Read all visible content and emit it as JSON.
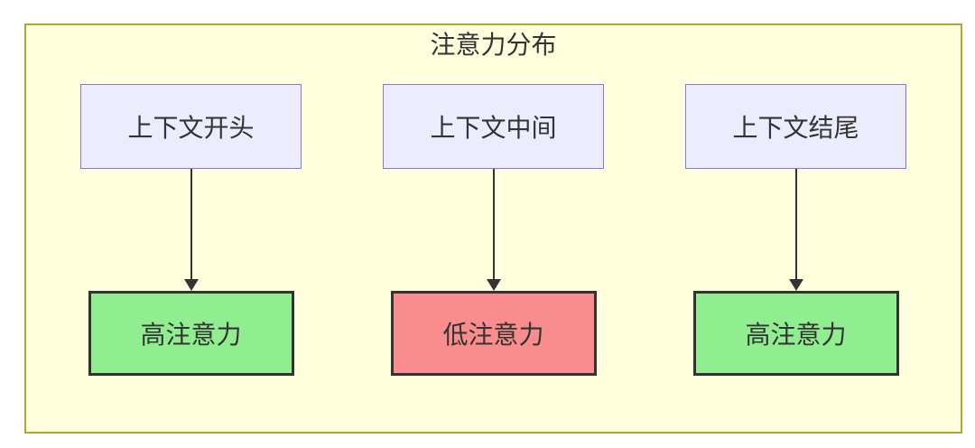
{
  "diagram": {
    "type": "flowchart",
    "title": "注意力分布",
    "colors": {
      "canvas_bg": "#ffffff",
      "frame_fill": "#ffffde",
      "frame_border": "#aaaa33",
      "source_fill": "#ececff",
      "source_border": "#9370db",
      "target_border": "#333333",
      "arrow": "#333333",
      "text": "#333333",
      "high_attention_fill": "#90ee90",
      "low_attention_fill": "#f98c8c"
    },
    "flows": [
      {
        "source": {
          "label": "上下文开头"
        },
        "target": {
          "label": "高注意力",
          "level": "high",
          "fill": "#90ee90"
        }
      },
      {
        "source": {
          "label": "上下文中间"
        },
        "target": {
          "label": "低注意力",
          "level": "low",
          "fill": "#f98c8c"
        }
      },
      {
        "source": {
          "label": "上下文结尾"
        },
        "target": {
          "label": "高注意力",
          "level": "high",
          "fill": "#90ee90"
        }
      }
    ]
  }
}
